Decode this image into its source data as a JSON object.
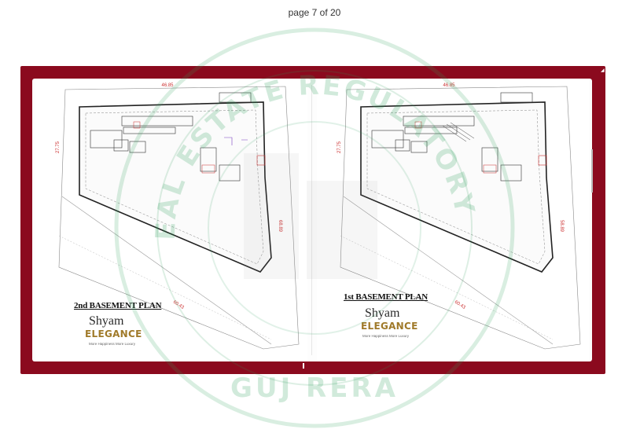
{
  "viewer": {
    "page_indicator": "page 7 of 20"
  },
  "plans": {
    "left": {
      "title": "2nd BASEMENT PLAN",
      "dim_top": "46.85",
      "dim_left": "27.75",
      "dim_right": "68.89",
      "dim_diagonal": "60.43"
    },
    "right": {
      "title": "1st BASEMENT PLAN",
      "dim_top": "46.85",
      "dim_left": "27.75",
      "dim_right": "58.89",
      "dim_diagonal": "60.43"
    }
  },
  "brand": {
    "name": "Shyam",
    "sub": "ELEGANCE",
    "tagline": "More Happiness More Luxury"
  },
  "watermark": {
    "arc_text": "GUJARAT REAL ESTATE REGULATORY AUTHORITY",
    "bottom_text": "GUJ RERA"
  },
  "colors": {
    "frame": "#8b0a1e",
    "watermark": "#2e9e5a",
    "brand_gold": "#a07a2a"
  }
}
